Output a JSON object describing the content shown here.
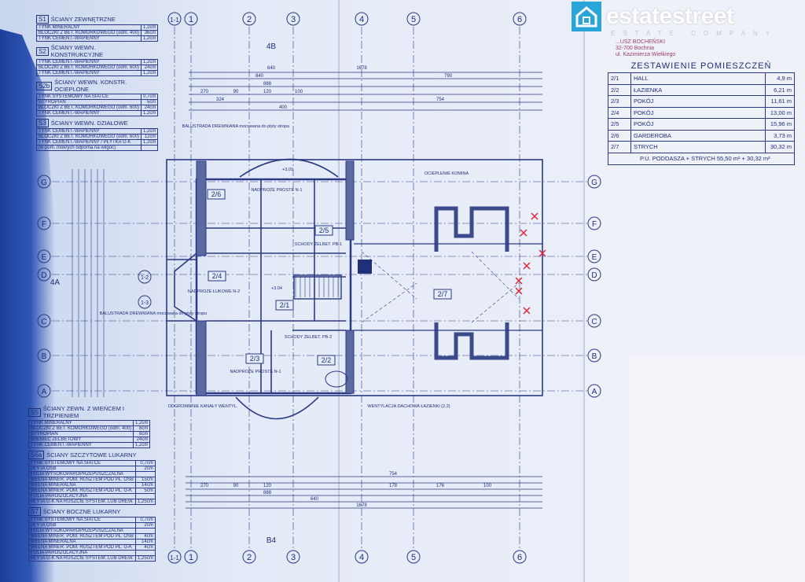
{
  "watermark": {
    "brand": "estatestreet",
    "tagline": "ESTATE COMPANY"
  },
  "stamp": {
    "line1": "...USZ BOCHEŃSKI",
    "line2": "32-700 Bochnia",
    "line3": "ul. Kazimierza Wielkiego"
  },
  "rooms_table": {
    "title": "ZESTAWIENIE POMIESZCZEŃ",
    "rows": [
      {
        "no": "2/1",
        "name": "HALL",
        "area": "4,9 m"
      },
      {
        "no": "2/2",
        "name": "ŁAZIENKA",
        "area": "6,21 m"
      },
      {
        "no": "2/3",
        "name": "POKÓJ",
        "area": "11,61 m"
      },
      {
        "no": "2/4",
        "name": "POKÓJ",
        "area": "13,00 m"
      },
      {
        "no": "2/5",
        "name": "POKÓJ",
        "area": "15,96 m"
      },
      {
        "no": "2/6",
        "name": "GARDEROBA",
        "area": "3,73 m"
      },
      {
        "no": "2/7",
        "name": "STRYCH",
        "area": "30,32 m"
      }
    ],
    "summary": "P.U. PODDASZA + STRYCH     55,50 m² + 30,32 m²"
  },
  "legend_top": [
    {
      "code": "S1",
      "title": "ŚCIANY ZEWNĘTRZNE",
      "rows": [
        [
          "TYNK MINERALNY",
          "1,2cm"
        ],
        [
          "BLOCZKI Z BET. KOMÓRKOWEGO (odm. 400)",
          "36cm"
        ],
        [
          "TYNK CEMENT.-WAPIENNY",
          "1,2cm"
        ]
      ]
    },
    {
      "code": "S2",
      "title": "ŚCIANY WEWN. KONSTRUKCYJNE",
      "rows": [
        [
          "TYNK CEMENT.-WAPIENNY",
          "1,2cm"
        ],
        [
          "BLOCZKI Z BET. KOMÓRKOWEGO (odm. 600)",
          "24cm"
        ],
        [
          "TYNK CEMENT.-WAPIENNY",
          "1,2cm"
        ]
      ]
    },
    {
      "code": "S2b",
      "title": "ŚCIANY WEWN. KONSTR. OCIEPLONE",
      "rows": [
        [
          "TYNK SYSTEMOWY NA SIATCE",
          "0,7cm"
        ],
        [
          "STYROPIAN",
          "5cm"
        ],
        [
          "BLOCZKI Z BET. KOMÓRKOWEGO (odm. 600)",
          "24cm"
        ],
        [
          "TYNK CEMENT.-WAPIENNY",
          "1,2cm"
        ]
      ]
    },
    {
      "code": "S3",
      "title": "ŚCIANY WEWN. DZIAŁOWE",
      "rows": [
        [
          "TYNK CEMENT.-WAPIENNY",
          "1,2cm"
        ],
        [
          "BLOCZKI Z BET. KOMÓRKOWEGO (odm. 600)",
          "12cm"
        ],
        [
          "TYNK CEMENT.-WAPIENNY / PŁYTKA G-K",
          "1,2cm"
        ],
        [
          "(w pom. mokrych odporna na wilgoć)",
          ""
        ]
      ]
    }
  ],
  "legend_bottom": [
    {
      "code": "S5",
      "title": "ŚCIANY ZEWN. Z WIEŃCEM I TRZPIENIEM",
      "rows": [
        [
          "TYNK MINERALNY",
          "1,2cm"
        ],
        [
          "BLOCZKI Z BET. KOMÓRKOWEGO (odm. 400)",
          "8cm"
        ],
        [
          "STYROPIAN",
          "8cm"
        ],
        [
          "WIENIEC ŻELBETOWY",
          "24cm"
        ],
        [
          "TYNK CEMENT.-WAPIENNY",
          "1,2cm"
        ]
      ]
    },
    {
      "code": "S6a",
      "title": "ŚCIANY SZCZYTOWE LUKARNY",
      "rows": [
        [
          "TYNK SYSTEMOWY NA SIATCE",
          "0,7cm"
        ],
        [
          "PŁYTA OSB",
          "2cm"
        ],
        [
          "FOLIA WYSOKOPAROPRZEPUSZCZALNA",
          ""
        ],
        [
          "WEŁNA MINER. POM. RUSZTEM POD PŁ. OSB",
          "15cm"
        ],
        [
          "WEŁNA MINERALNA",
          "14cm"
        ],
        [
          "WEŁNA MINER. POM. RUSZTEM POD PŁ. G-K",
          "5cm"
        ],
        [
          "FOLIA PAROIZOLACYJNA",
          ""
        ],
        [
          "PŁYTA G-K NA RUSZCIE SYSTEM. LUB DREW.",
          "1,25cm"
        ]
      ]
    },
    {
      "code": "S7",
      "title": "ŚCIANY BOCZNE LUKARNY",
      "rows": [
        [
          "TYNK SYSTEMOWY NA SIATCE",
          "0,7cm"
        ],
        [
          "PŁYTA OSB",
          "2cm"
        ],
        [
          "FOLIA WYSOKOPAROPRZEPUSZCZALNA",
          ""
        ],
        [
          "WEŁNA MINER. POM. RUSZTEM POD PŁ. OSB",
          "4cm"
        ],
        [
          "WEŁNA MINERALNA",
          "14cm"
        ],
        [
          "WEŁNA MINER. POM. RUSZTEM POD PŁ. G-K",
          "4cm"
        ],
        [
          "FOLIA PAROIZOLACYJNA",
          ""
        ],
        [
          "PŁYTA G-K NA RUSZCIE SYSTEM. LUB DREW.",
          "1,25cm"
        ]
      ]
    }
  ],
  "plan": {
    "axes_vertical": [
      "1-1",
      "1",
      "2",
      "3",
      "4",
      "5",
      "6"
    ],
    "axes_horizontal": [
      "G",
      "F",
      "E",
      "D",
      "C",
      "B",
      "A"
    ],
    "axes_side": [
      "1-2",
      "1-3"
    ],
    "section_marks": {
      "top": "4B",
      "bottom": "B4",
      "left": "4A"
    },
    "room_labels": [
      "2/6",
      "2/5",
      "2/4",
      "2/1",
      "2/3",
      "2/2",
      "2/7"
    ],
    "notes": {
      "stairs1": "SCHODY ŻELBET. PB-1",
      "stairs2": "SCHODY ŻELBET. PB-2",
      "lintel1": "NADPROŻE PROSTE N-1",
      "lintel2": "NADPROŻE ŁUKOWE N-2",
      "lintel3": "NADPROŻE PROSTE N-1",
      "balustrade_top": "BALUSTRADA DREWNIANA mocowana do płyty stropu",
      "balustrade_left": "BALUSTRADA DREWNIANA mocowana do płyty stropu",
      "chimney": "OCIEPLENIE KOMINA",
      "ventilation": "WENTYLACJA DACHOWA ŁAZIENKI (2,2)",
      "gutter": "ODGROMIENIE KANAŁY WENTYL.",
      "level1": "+3,01",
      "level2": "+3,04"
    },
    "dims_top": [
      "1678",
      "840",
      "790",
      "270",
      "90",
      "120",
      "100",
      "324",
      "400",
      "754",
      "640",
      "888"
    ],
    "dims_bottom": [
      "754",
      "270",
      "90",
      "120",
      "178",
      "176",
      "100",
      "888",
      "640",
      "1678"
    ],
    "marker_color": "#d8283c"
  }
}
